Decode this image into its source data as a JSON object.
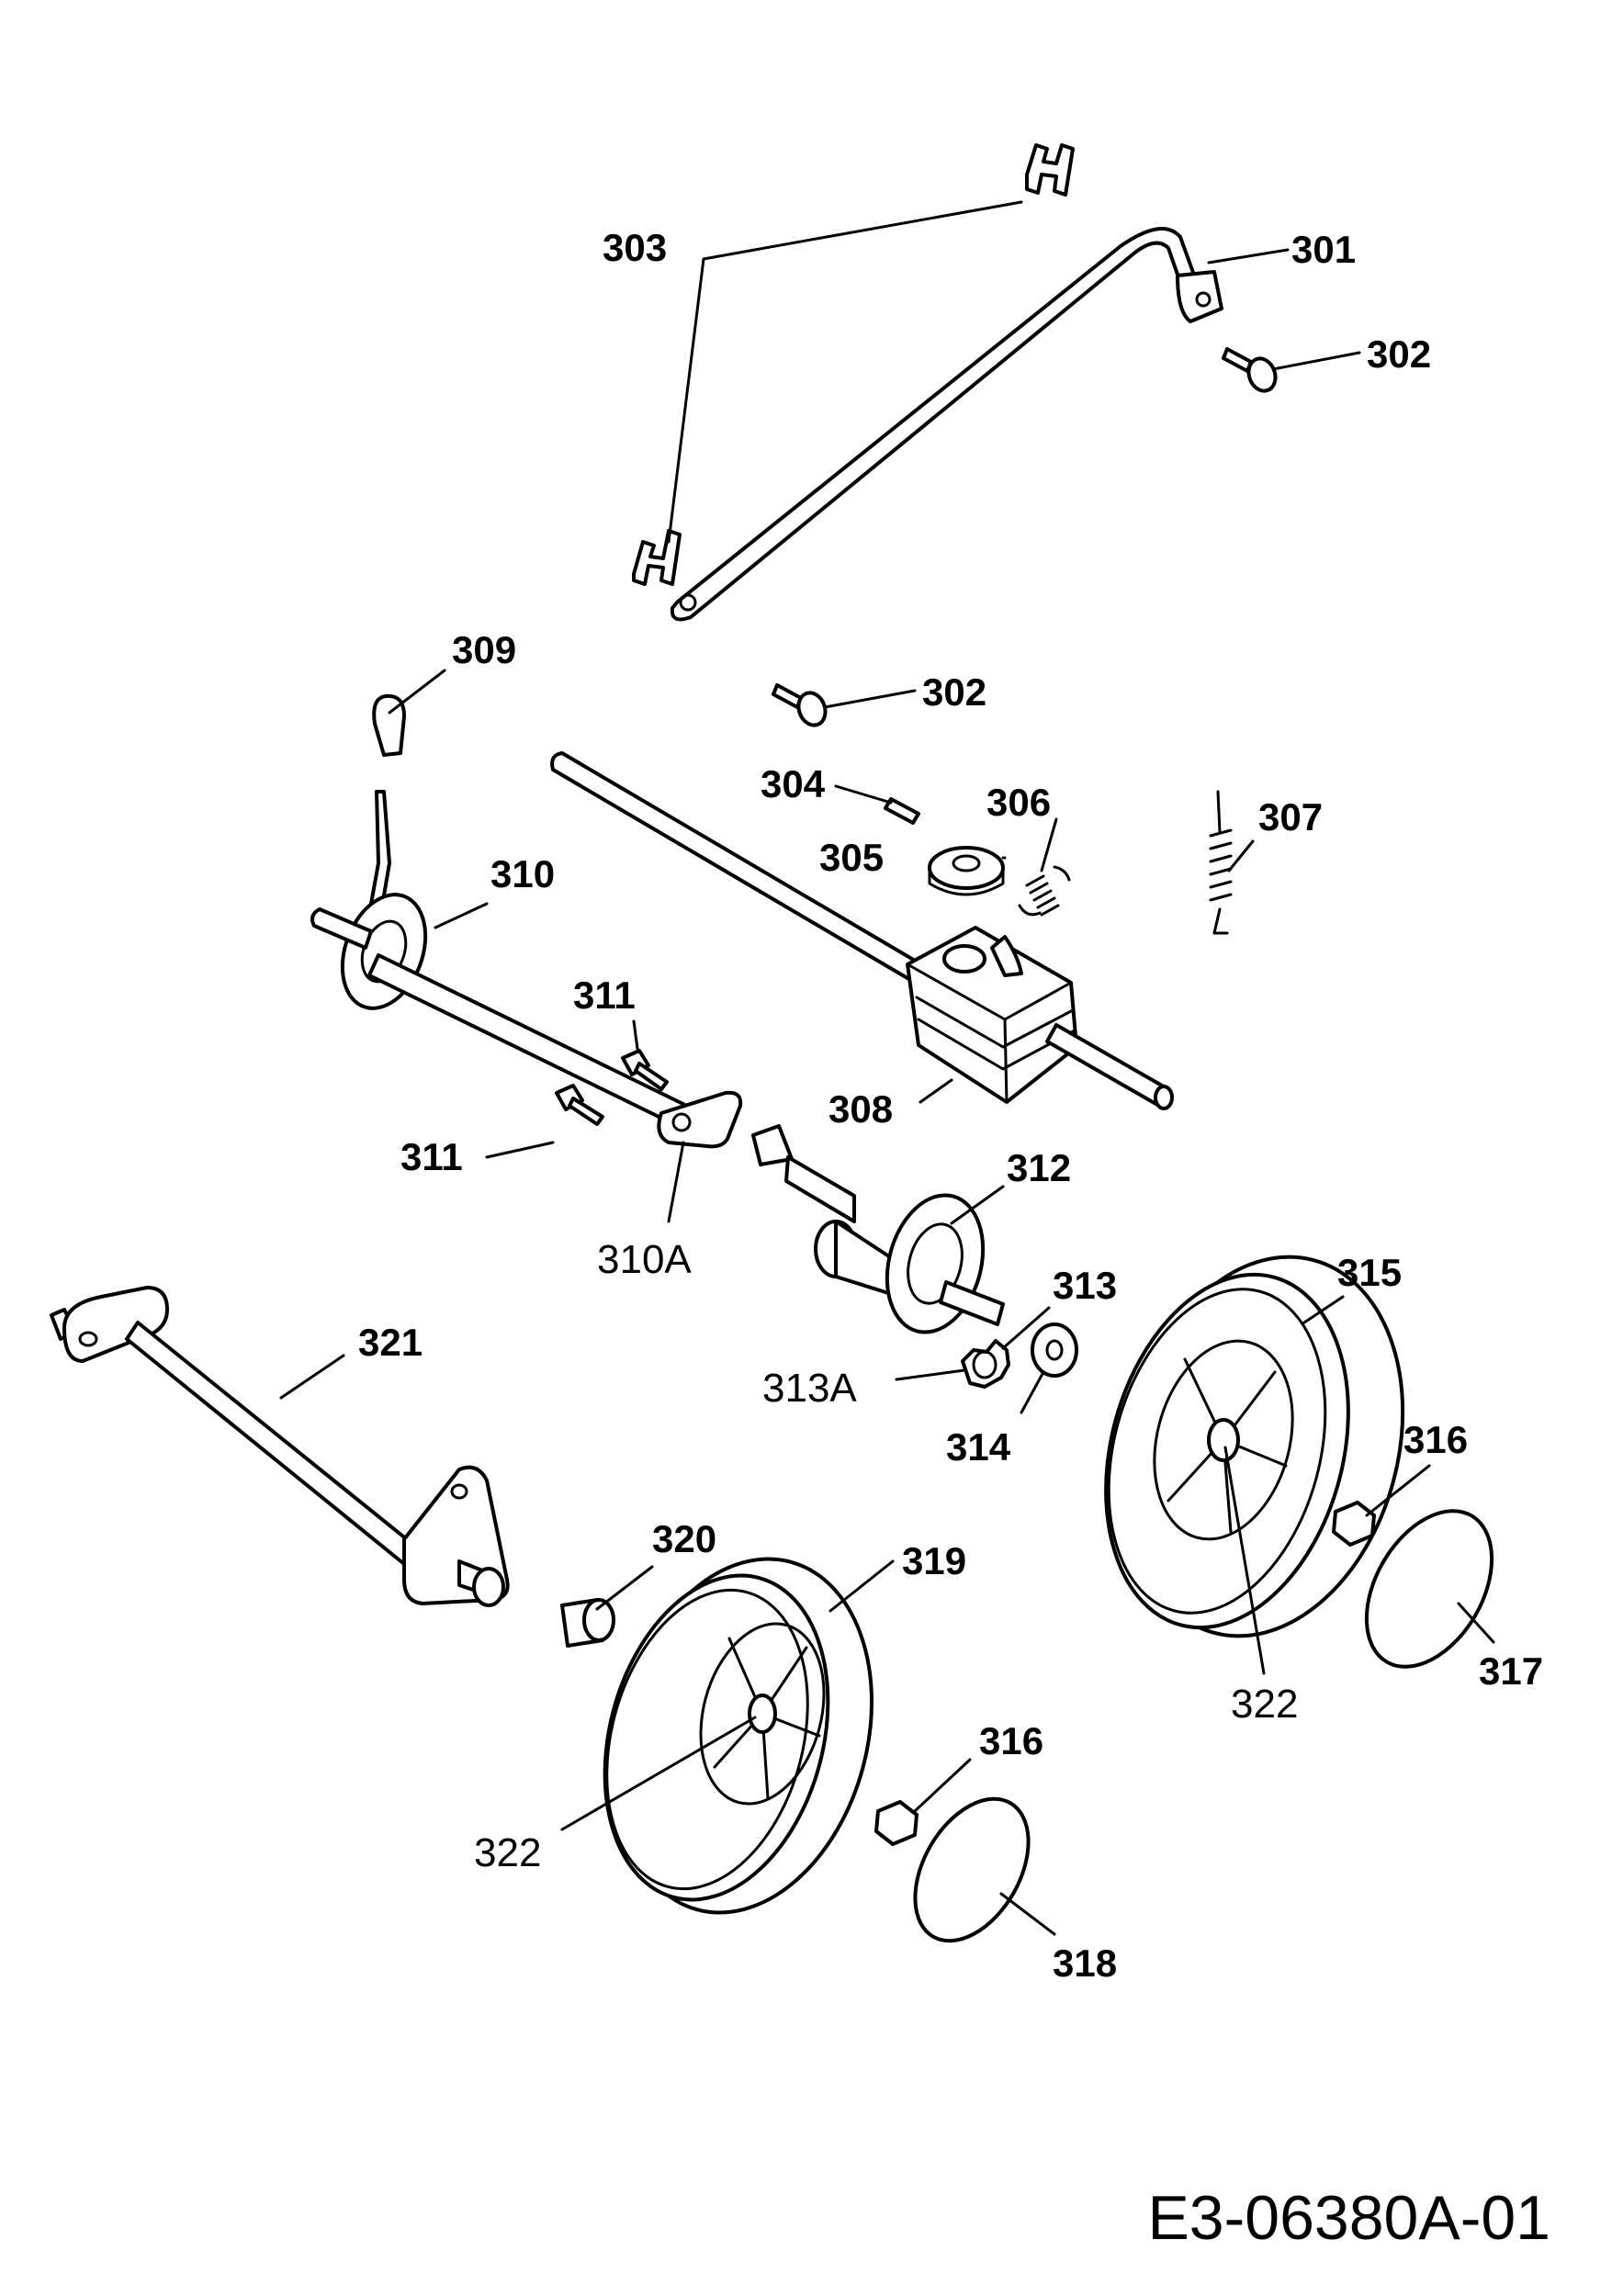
{
  "callouts": {
    "c301": "301",
    "c302a": "302",
    "c302b": "302",
    "c303": "303",
    "c304": "304",
    "c305": "305",
    "c306": "306",
    "c307": "307",
    "c308": "308",
    "c309": "309",
    "c310": "310",
    "c310a": "310A",
    "c311a": "311",
    "c311b": "311",
    "c312": "312",
    "c313": "313",
    "c313a": "313A",
    "c314": "314",
    "c315": "315",
    "c316a": "316",
    "c316b": "316",
    "c317": "317",
    "c318": "318",
    "c319": "319",
    "c320": "320",
    "c321": "321",
    "c322a": "322",
    "c322b": "322"
  },
  "drawing_code": "E3-06380A-01"
}
